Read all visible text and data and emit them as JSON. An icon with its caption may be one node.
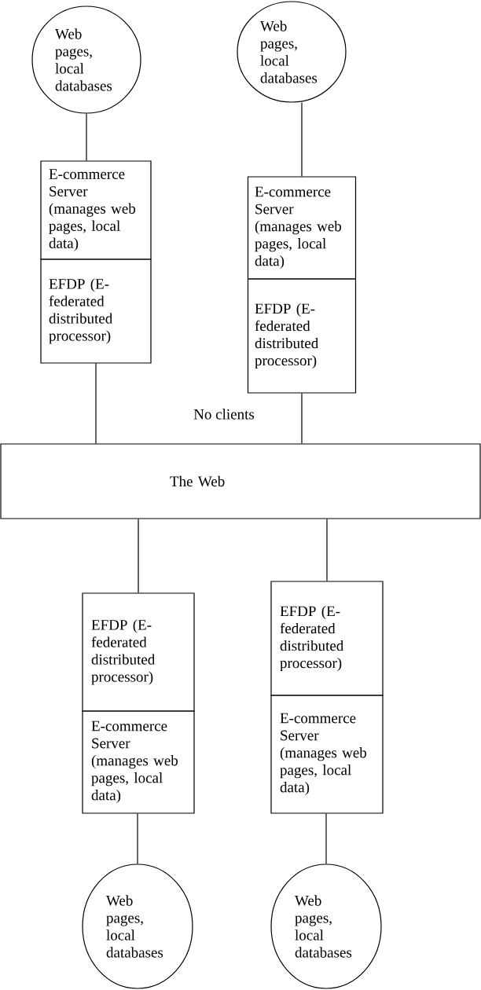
{
  "diagram": {
    "nodes": [
      {
        "text": [
          "Web pages, local databases"
        ]
      },
      {
        "text": [
          "E-commerce Server (manages web pages, local data)"
        ]
      },
      {
        "text": [
          "EFDP (E-federated distributed processor)"
        ]
      },
      {
        "text": [
          "Web pages, local databases"
        ]
      },
      {
        "text": [
          "E-commerce Server (manages web pages, local data)"
        ]
      },
      {
        "text": [
          "EFDP (E-federated distributed processor)"
        ]
      },
      {
        "text": [
          "The Web"
        ]
      },
      {
        "text": [
          "EFDP (E-federated distributed processor)"
        ]
      },
      {
        "text": [
          "E-commerce Server (manages web pages, local data)"
        ]
      },
      {
        "text": [
          "EFDP (E-federated distributed processor)"
        ]
      },
      {
        "text": [
          "E-commerce Server (manages web pages, local data)"
        ]
      },
      {
        "text": [
          "Web pages, local databases"
        ]
      },
      {
        "text": [
          "Web pages, local databases"
        ]
      }
    ],
    "edges": [
      {
        "from": 0,
        "to": 1,
        "arrow": "none"
      },
      {
        "from": 3,
        "to": 4,
        "arrow": "none"
      },
      {
        "from": 2,
        "to": 6,
        "arrow": "none"
      },
      {
        "from": 5,
        "to": 6,
        "arrow": "none"
      },
      {
        "from": 6,
        "to": 7,
        "arrow": "none"
      },
      {
        "from": 6,
        "to": 9,
        "arrow": "none"
      },
      {
        "from": 8,
        "to": 11,
        "arrow": "none"
      },
      {
        "from": 10,
        "to": 12,
        "arrow": "none"
      }
    ],
    "labels": [
      "No clients"
    ]
  }
}
